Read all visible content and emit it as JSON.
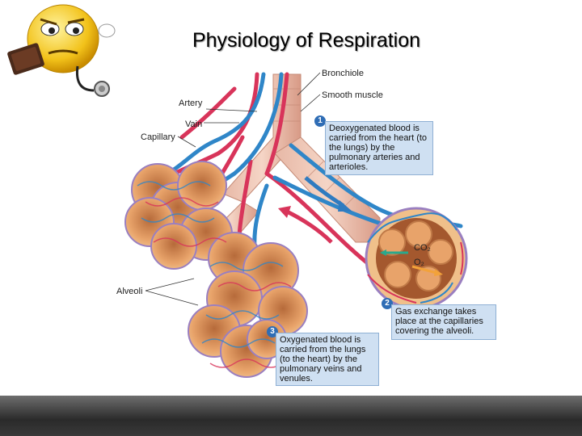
{
  "slide": {
    "title": "Physiology of Respiration"
  },
  "diagram": {
    "labels": {
      "bronchiole": "Bronchiole",
      "smooth_muscle": "Smooth muscle",
      "artery": "Artery",
      "vein": "Vain",
      "capillary": "Capillary",
      "alveoli": "Alveoli",
      "co2": "CO₂",
      "o2": "O₂"
    },
    "steps": [
      {
        "number": "1",
        "text": "Deoxygenated blood is carried from the heart (to the lungs) by the pulmonary arteries and arterioles."
      },
      {
        "number": "2",
        "text": "Gas exchange takes place at the capillaries covering the alveoli."
      },
      {
        "number": "3",
        "text": "Oxygenated blood is carried from the lungs (to the heart) by the pulmonary veins and venules."
      }
    ]
  },
  "colors": {
    "artery": "#d8345a",
    "vein": "#2f86c8",
    "alveolus": "#e8a36a",
    "capillary_net": "#9a7fc0",
    "step_box": "#cfe0f2"
  }
}
